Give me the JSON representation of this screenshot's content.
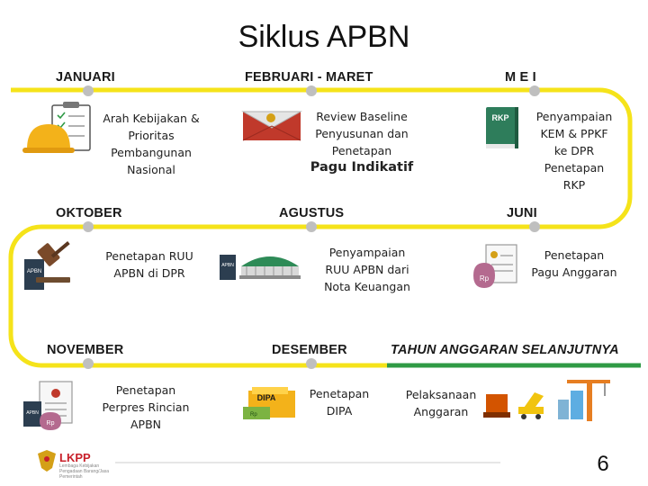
{
  "title": "Siklus APBN",
  "months": {
    "januari": "JANUARI",
    "februari_maret": "FEBRUARI - MARET",
    "mei": "M E I",
    "oktober": "OKTOBER",
    "agustus": "AGUSTUS",
    "juni": "JUNI",
    "november": "NOVEMBER",
    "desember": "DESEMBER",
    "tahun_anggaran": "TAHUN ANGGARAN SELANJUTNYA"
  },
  "steps": {
    "januari": [
      "Arah Kebijakan &",
      "Prioritas",
      "Pembangunan",
      "Nasional"
    ],
    "februari_maret": [
      "Review Baseline",
      "Penyusunan dan",
      "Penetapan"
    ],
    "februari_maret_bold": "Pagu Indikatif",
    "mei": [
      "Penyampaian",
      "KEM & PPKF",
      "ke DPR",
      "Penetapan",
      "RKP"
    ],
    "oktober": [
      "Penetapan RUU",
      "APBN di DPR"
    ],
    "agustus": [
      "Penyampaian",
      "RUU APBN dari",
      "Nota Keuangan"
    ],
    "juni": [
      "Penetapan",
      "Pagu Anggaran"
    ],
    "november": [
      "Penetapan",
      "Perpres Rincian",
      "APBN"
    ],
    "desember": [
      "Penetapan",
      "DIPA"
    ],
    "tahun_anggaran": [
      "Pelaksanaan",
      "Anggaran"
    ]
  },
  "icon_labels": {
    "rkp": "RKP",
    "dipa": "DIPA",
    "apbn": "APBN",
    "rp": "Rp"
  },
  "footer": {
    "logo": "LKPP",
    "logo_sub": "Lembaga Kebijakan Pengadaan Barang/Jasa Pemerintah",
    "page_number": "6"
  },
  "colors": {
    "track_yellow": "#f5e31a",
    "track_green": "#2f9a45",
    "marker_green": "#2f9a45",
    "marker_gray": "#bfbfbf",
    "rkp_book": "#2e7d5b",
    "envelope_red": "#c0392b",
    "hat_yellow": "#f3b21a"
  }
}
